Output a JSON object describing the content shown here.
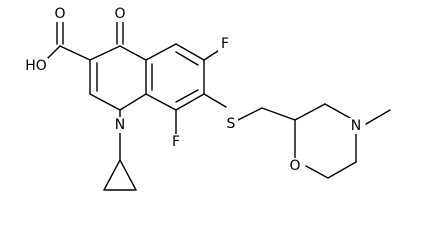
{
  "atoms": {
    "oxo_O": "O",
    "acid_OH": "HO",
    "acid_O": "O",
    "F6": "F",
    "F8": "F",
    "N1": "N",
    "S": "S",
    "morph_N": "N",
    "morph_O": "O"
  },
  "colors": {
    "bond": "#000000",
    "label": "#000000",
    "background": "#ffffff"
  }
}
